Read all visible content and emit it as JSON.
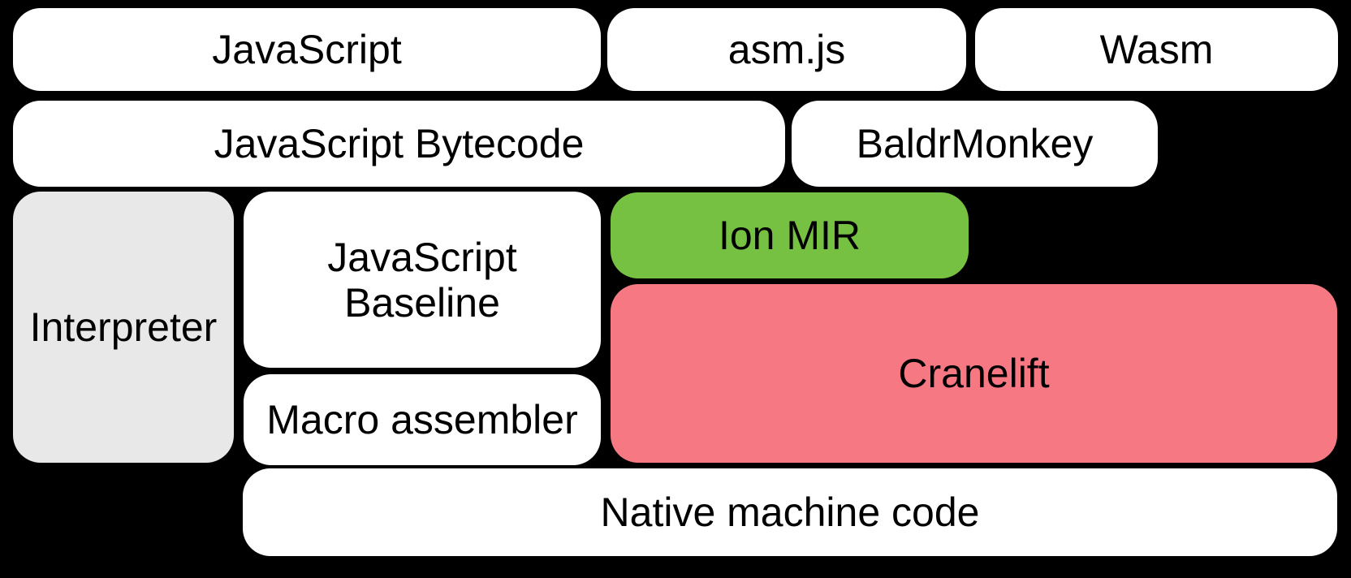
{
  "diagram": {
    "background": "#000000",
    "text_color": "#000000",
    "accent_colors": {
      "box_default": "#ffffff",
      "interpreter_gray": "#e8e8e8",
      "ion_green": "#77c142",
      "cranelift_pink": "#f57882"
    },
    "boxes": [
      {
        "id": "javascript",
        "label": "JavaScript",
        "fill": "#ffffff"
      },
      {
        "id": "asm-js",
        "label": "asm.js",
        "fill": "#ffffff"
      },
      {
        "id": "wasm",
        "label": "Wasm",
        "fill": "#ffffff"
      },
      {
        "id": "javascript-bytecode",
        "label": "JavaScript Bytecode",
        "fill": "#ffffff"
      },
      {
        "id": "baldrmonkey",
        "label": "BaldrMonkey",
        "fill": "#ffffff"
      },
      {
        "id": "interpreter",
        "label": "Interpreter",
        "fill": "#e8e8e8"
      },
      {
        "id": "javascript-baseline",
        "label": "JavaScript Baseline",
        "lines": [
          "JavaScript",
          "Baseline"
        ],
        "fill": "#ffffff"
      },
      {
        "id": "ion-mir",
        "label": "Ion MIR",
        "fill": "#77c142"
      },
      {
        "id": "cranelift",
        "label": "Cranelift",
        "fill": "#f57882"
      },
      {
        "id": "macro-assembler",
        "label": "Macro assembler",
        "fill": "#ffffff"
      },
      {
        "id": "native-machine-code",
        "label": "Native machine code",
        "fill": "#ffffff"
      }
    ]
  }
}
